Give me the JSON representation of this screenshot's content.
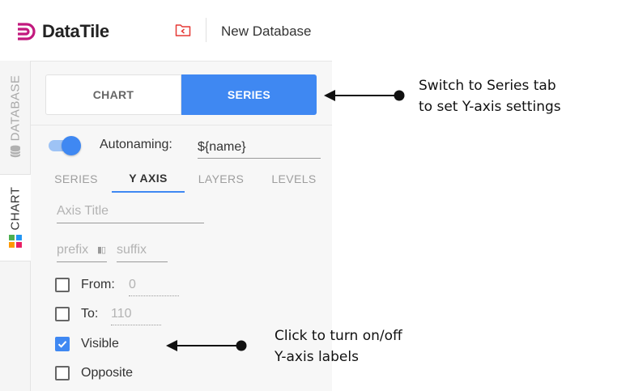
{
  "header": {
    "brand": "DataTile",
    "database_title": "New Database",
    "colors": {
      "brand_accent": "#c2197e",
      "folder_icon": "#e53935"
    }
  },
  "rail": {
    "database_label": "DATABASE",
    "chart_label": "CHART"
  },
  "panel": {
    "segments": {
      "chart_label": "CHART",
      "series_label": "SERIES",
      "active": "SERIES"
    },
    "autonaming": {
      "label": "Autonaming:",
      "value": "${name}",
      "enabled": true
    },
    "subtabs": [
      {
        "label": "SERIES"
      },
      {
        "label": "Y AXIS"
      },
      {
        "label": "LAYERS"
      },
      {
        "label": "LEVELS"
      }
    ],
    "active_subtab": "Y AXIS",
    "axis_title": {
      "placeholder": "Axis Title",
      "value": ""
    },
    "prefix": {
      "placeholder": "prefix",
      "value": ""
    },
    "suffix": {
      "placeholder": "suffix",
      "value": ""
    },
    "from": {
      "label": "From:",
      "placeholder": "0",
      "checked": false
    },
    "to": {
      "label": "To:",
      "placeholder": "110",
      "checked": false
    },
    "visible": {
      "label": "Visible",
      "checked": true
    },
    "opposite": {
      "label": "Opposite",
      "checked": false
    },
    "colors": {
      "accent": "#3f88f2"
    }
  },
  "annotations": {
    "series_tab_line1": "Switch to Series tab",
    "series_tab_line2": "to set Y-axis settings",
    "labels_line1": "Click to turn on/off",
    "labels_line2": "Y-axis labels"
  }
}
